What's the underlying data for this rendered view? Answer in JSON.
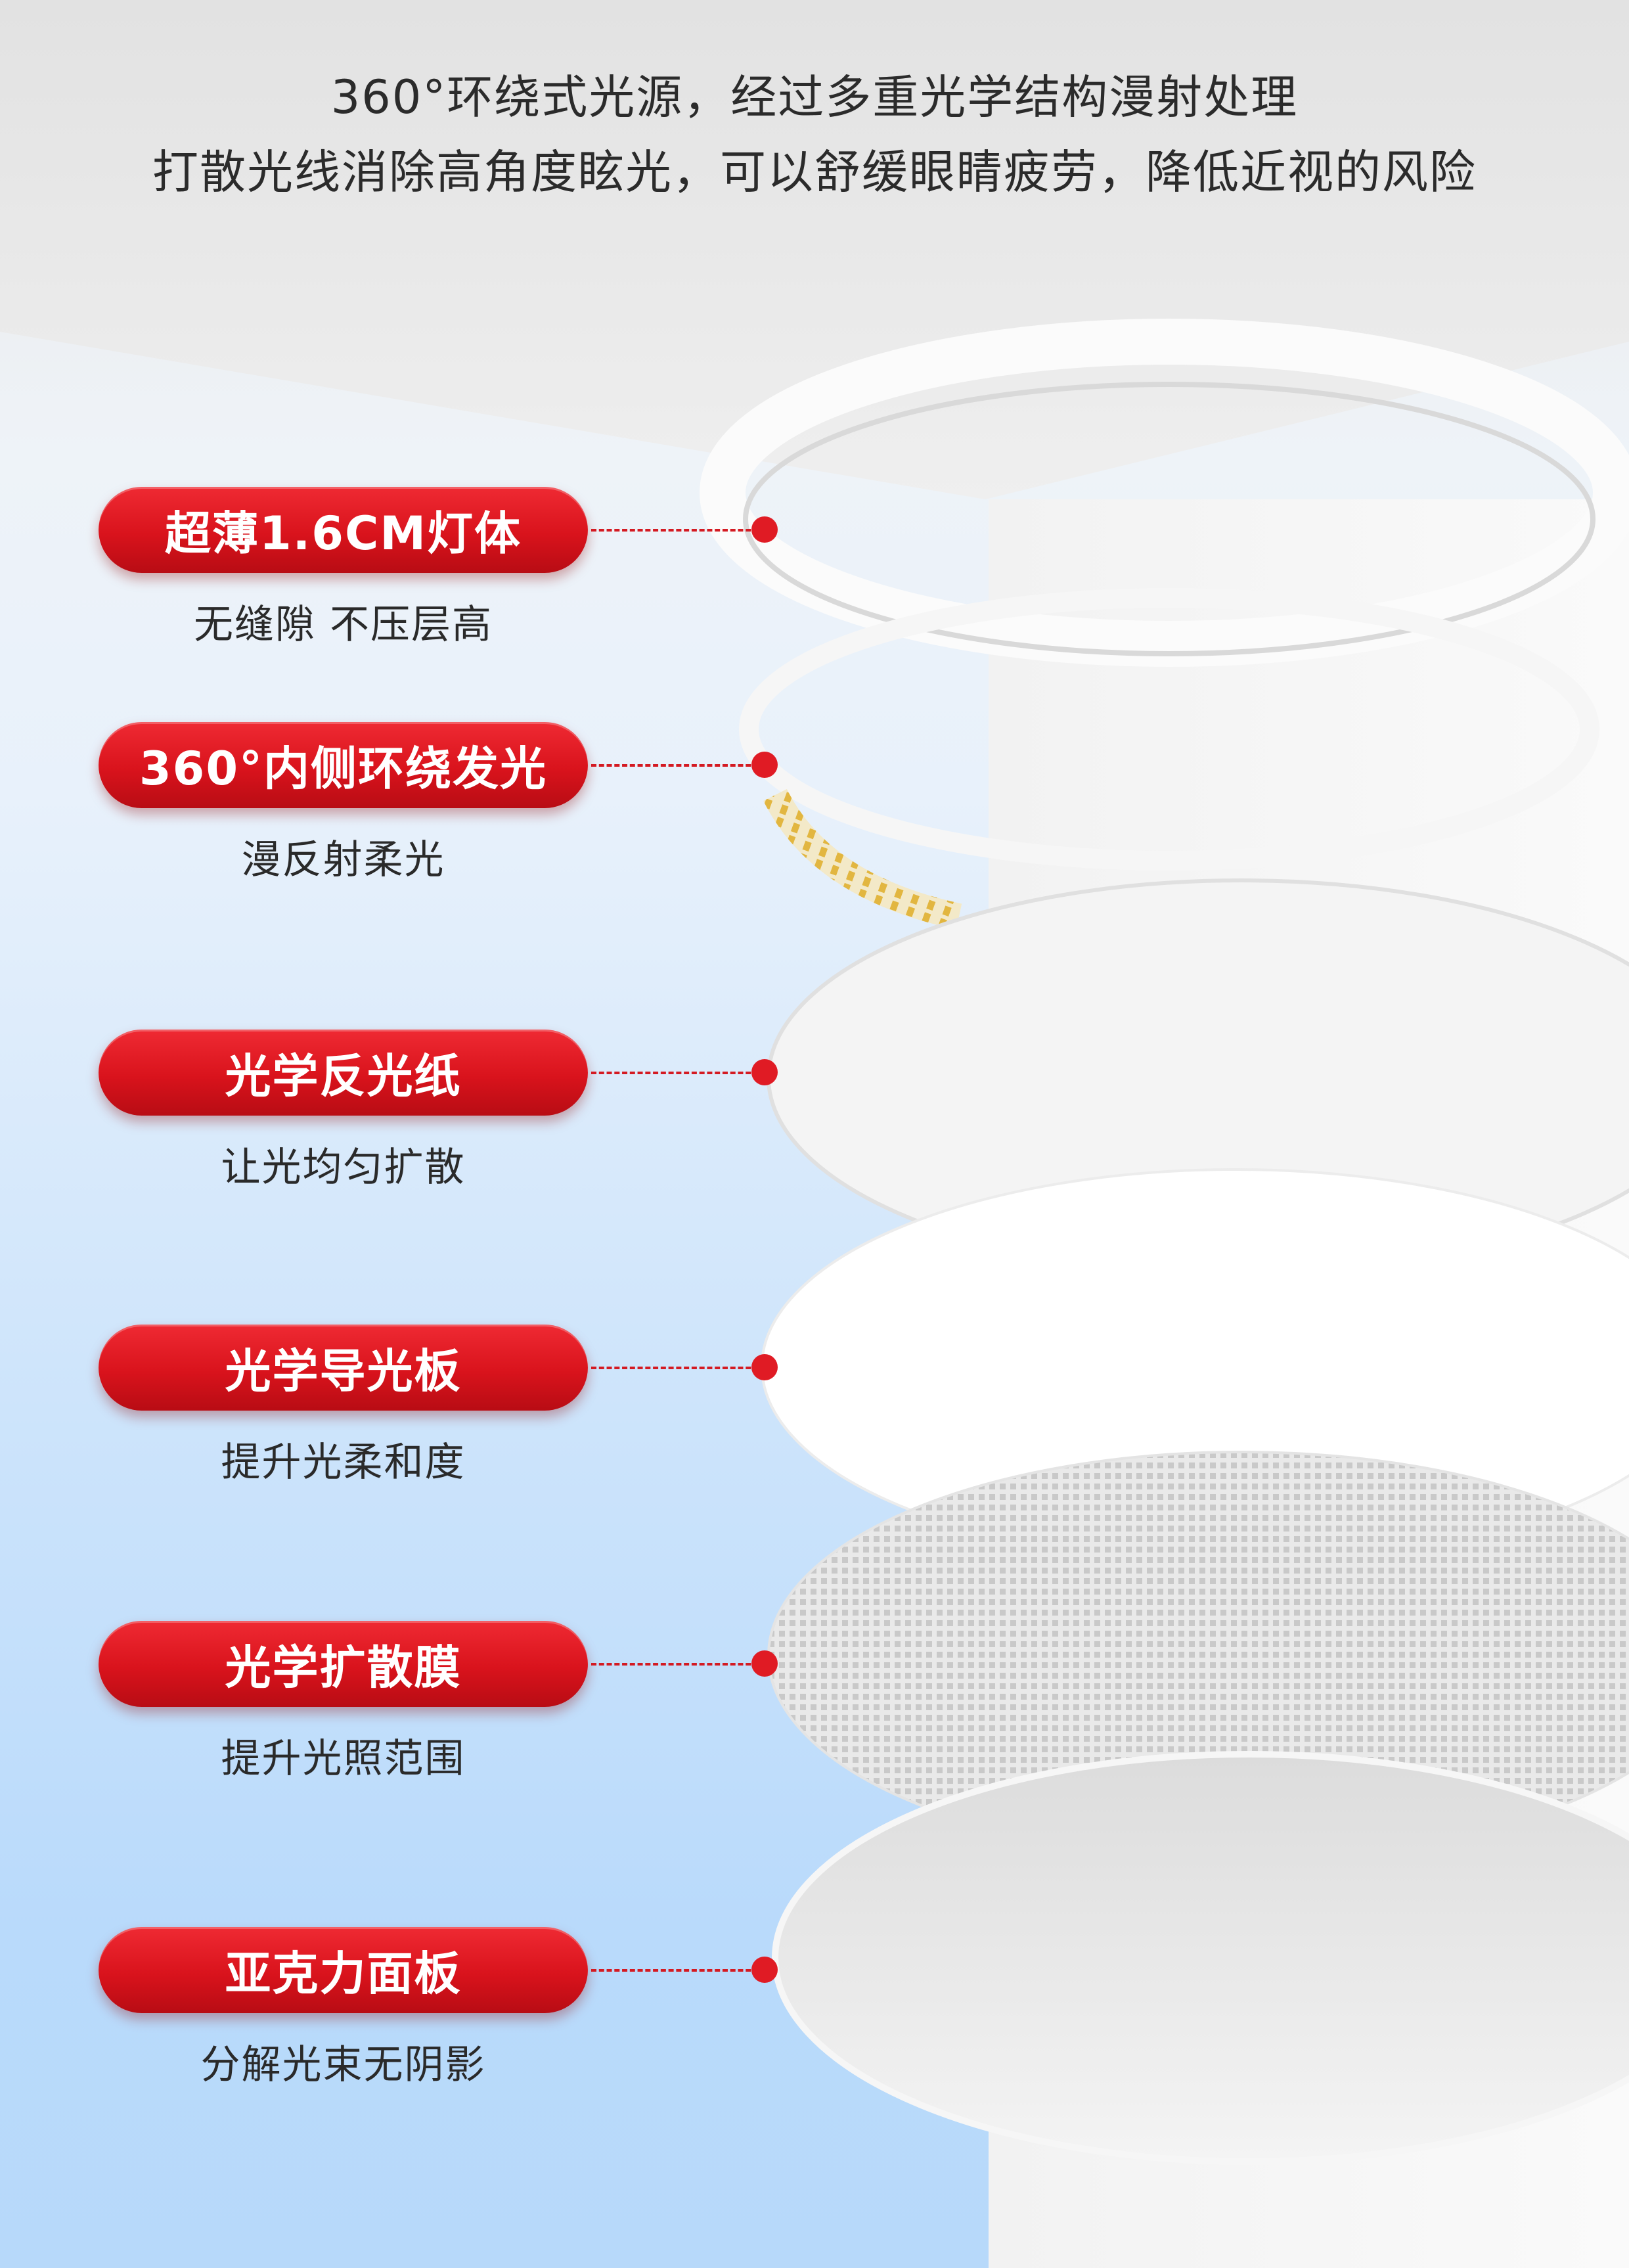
{
  "headline": {
    "line1": "360°环绕式光源，经过多重光学结构漫射处理",
    "line2": "打散光线消除高角度眩光，可以舒缓眼睛疲劳，降低近视的风险"
  },
  "callouts": [
    {
      "title": "超薄1.6CM灯体",
      "desc": "无缝隙 不压层高"
    },
    {
      "title": "360°内侧环绕发光",
      "desc": "漫反射柔光"
    },
    {
      "title": "光学反光纸",
      "desc": "让光均匀扩散"
    },
    {
      "title": "光学导光板",
      "desc": "提升光柔和度"
    },
    {
      "title": "光学扩散膜",
      "desc": "提升光照范围"
    },
    {
      "title": "亚克力面板",
      "desc": "分解光束无阴影"
    }
  ],
  "colors": {
    "accent_red": "#e01b24",
    "text_dark": "#2b2b2b",
    "background_blue": "#b9dafb"
  }
}
